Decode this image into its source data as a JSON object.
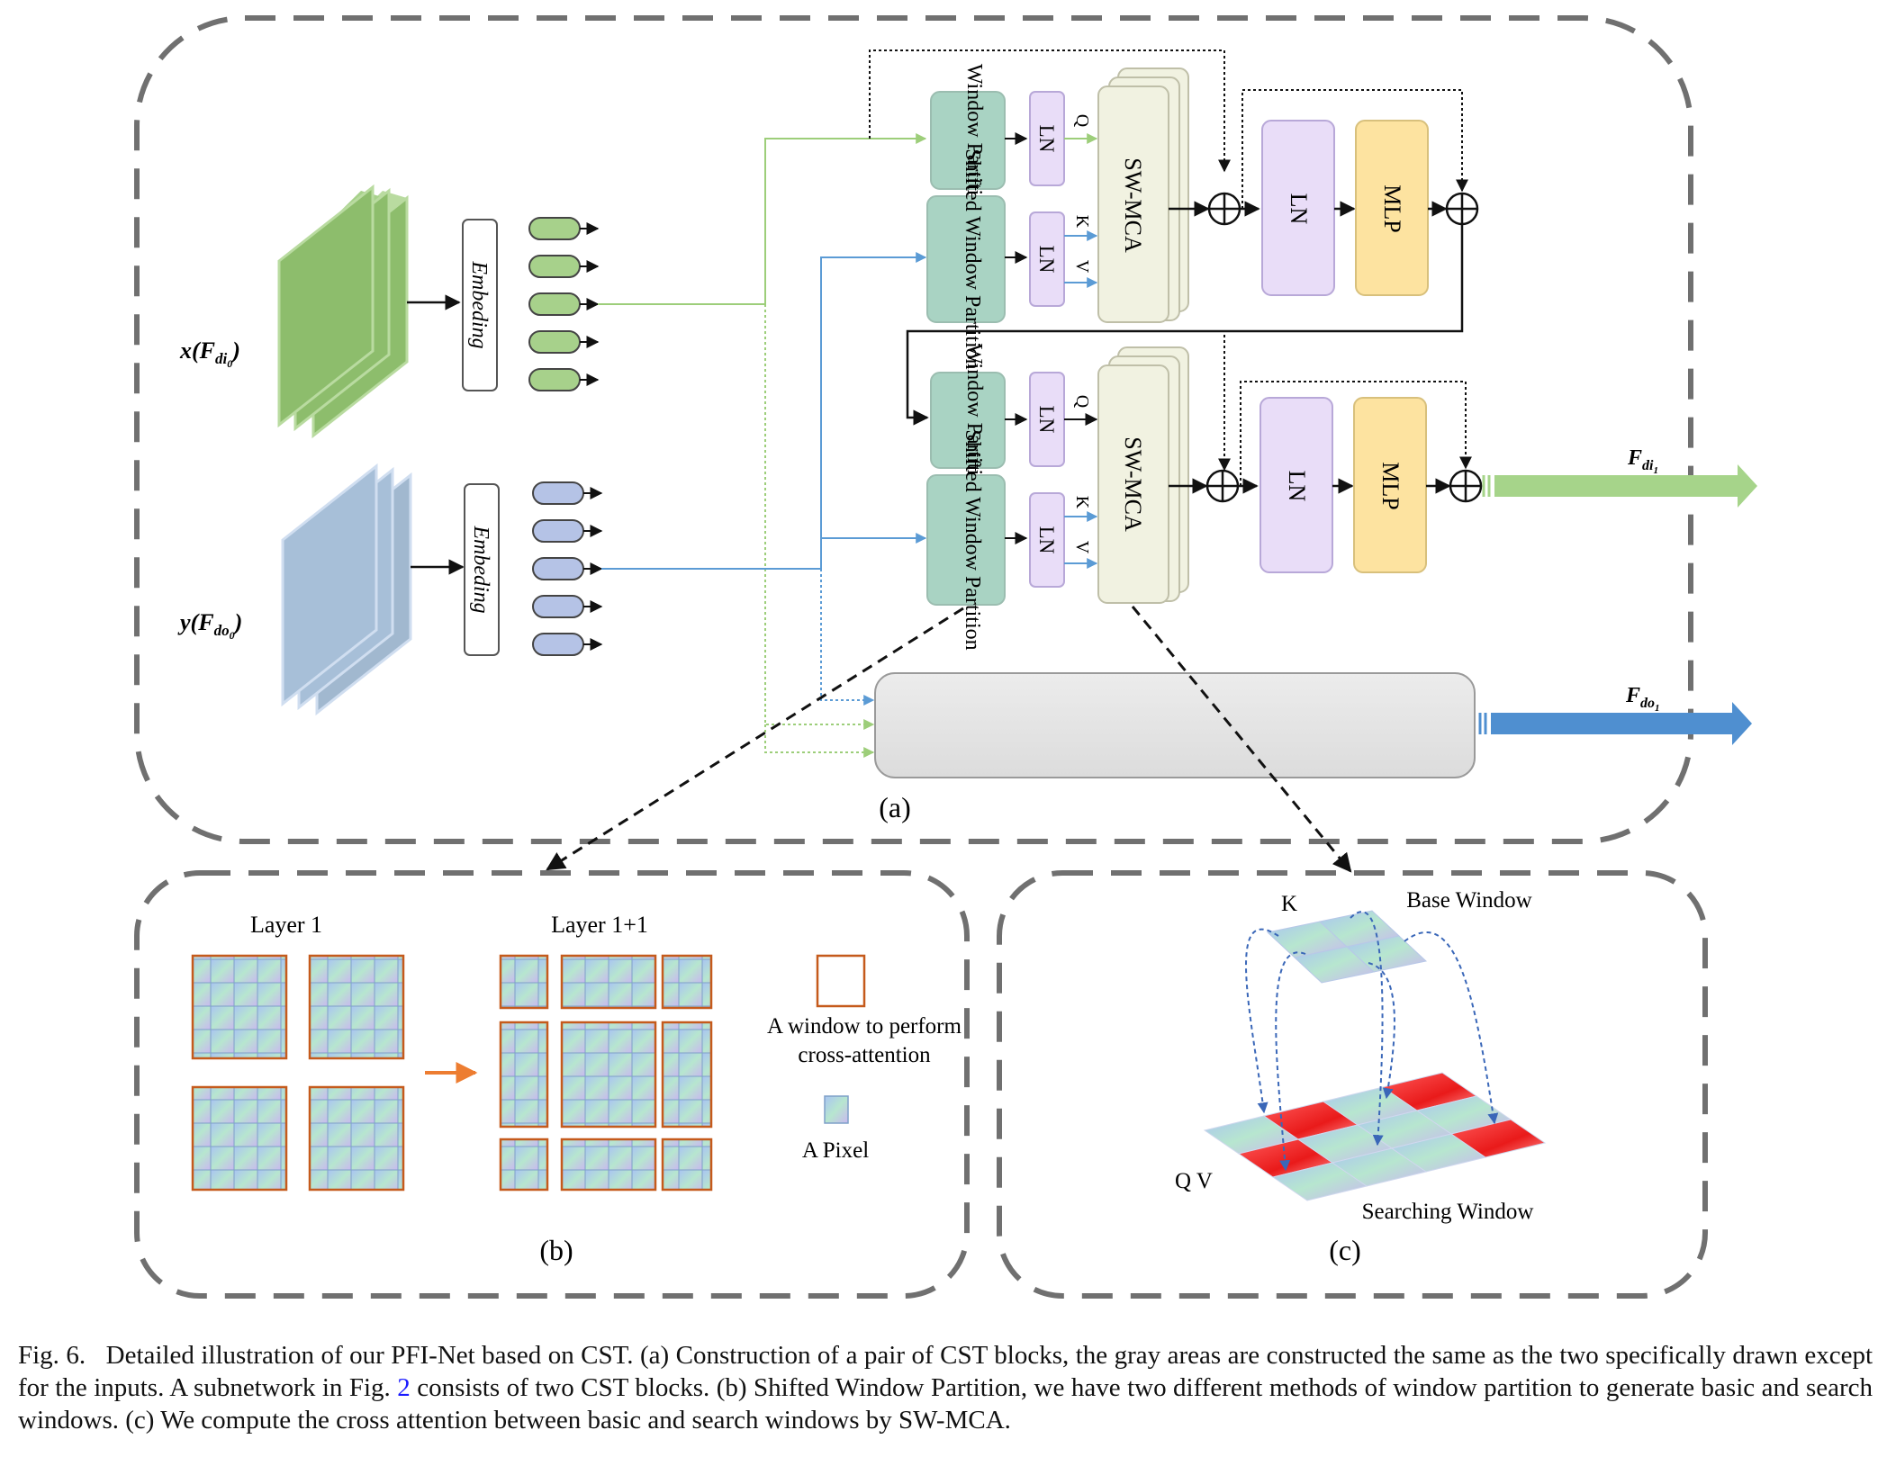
{
  "panel_a": {
    "label": "(a)",
    "input_x": {
      "var": "x",
      "sym": "F",
      "sub": "di",
      "subsub": "0"
    },
    "input_y": {
      "var": "y",
      "sym": "F",
      "sub": "do",
      "subsub": "0"
    },
    "embedding_label": "Embeding",
    "window_partition": "Window Partition",
    "shifted_window_partition": "Shifted Window Partition",
    "ln": "LN",
    "mlp": "MLP",
    "sw_mca": "SW-MCA",
    "q": "Q",
    "k": "K",
    "v": "V",
    "output_di": {
      "sym": "F",
      "sub": "di",
      "subsub": "1"
    },
    "output_do": {
      "sym": "F",
      "sub": "do",
      "subsub": "1"
    }
  },
  "panel_b": {
    "label": "(b)",
    "layer1": "Layer 1",
    "layer2": "Layer 1+1",
    "legend_window_line1": "A  window to perform",
    "legend_window_line2": "cross-attention",
    "legend_pixel": "A Pixel"
  },
  "panel_c": {
    "label": "(c)",
    "k": "K",
    "base_window": "Base Window",
    "qv": "Q V",
    "searching_window": "Searching Window"
  },
  "caption": {
    "fig": "Fig. 6.",
    "part1": "Detailed illustration of our PFI-Net based on CST. (a) Construction of a pair of CST blocks, the gray areas are constructed the same as the two specifically drawn except for the inputs. A subnetwork in Fig.",
    "ref": "2",
    "part2": "consists of two CST blocks. (b) Shifted Window Partition, we have two different methods of window partition to generate basic and search windows. (c) We compute the cross attention between basic and search windows by SW-MCA."
  },
  "colors": {
    "green_feat": "#8dbd6c",
    "blue_feat": "#a7bfd8",
    "teal_block": "#a9d3c3",
    "ln_purple": "#e9ddf8",
    "mlp_yellow": "#fde3a0",
    "swmca_cream": "#f1f2e1",
    "gray_block": "#e6e6e6",
    "green_line": "#9dce7a",
    "blue_line": "#5b9bd5",
    "out_green": "#a6d48a",
    "out_blue": "#4f8fd0",
    "pixel_red": "#ee1c1c"
  }
}
